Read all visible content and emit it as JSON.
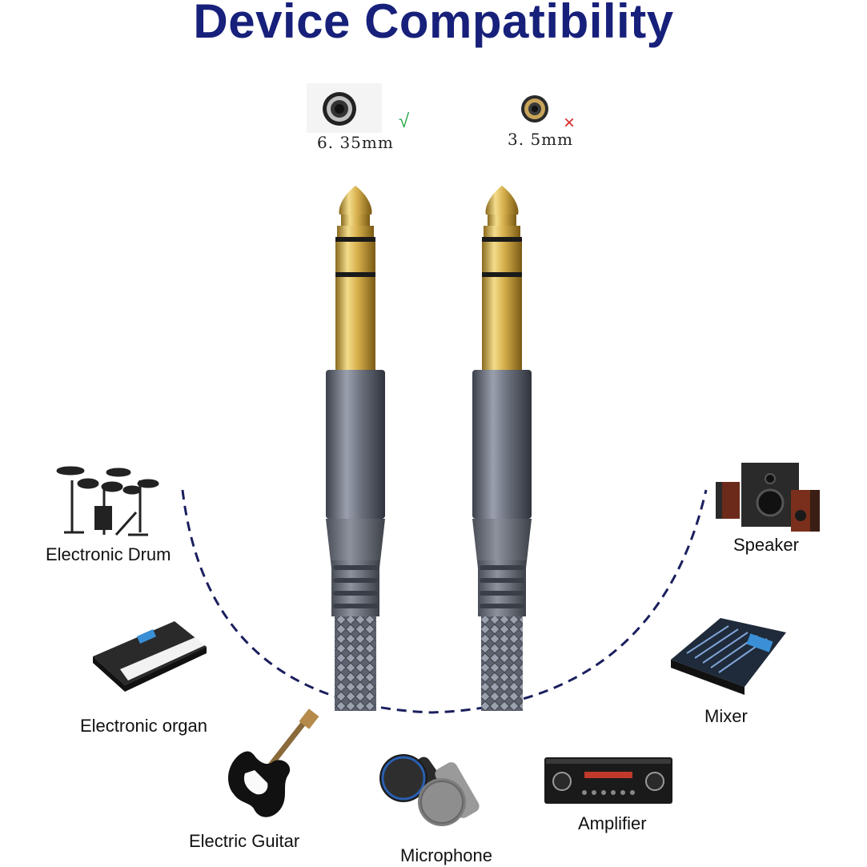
{
  "title": "Device Compatibility",
  "jacks": [
    {
      "label": "6. 35mm",
      "mark": "√",
      "mark_color": "#2ca84a",
      "compatible": true
    },
    {
      "label": "3. 5mm",
      "mark": "×",
      "mark_color": "#d62b2b",
      "compatible": false
    }
  ],
  "devices": {
    "electronic_drum": "Electronic Drum",
    "electronic_organ": "Electronic organ",
    "electric_guitar": "Electric Guitar",
    "microphone": "Microphone",
    "amplifier": "Amplifier",
    "mixer": "Mixer",
    "speaker": "Speaker"
  },
  "colors": {
    "title": "#17207a",
    "arc": "#1b1f5e",
    "gold": "#c9a23a",
    "metal": "#5a5f6a"
  }
}
